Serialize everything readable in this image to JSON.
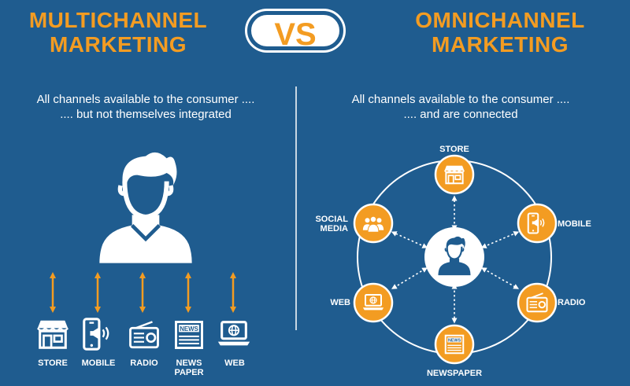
{
  "header": {
    "left_title": [
      "MULTICHANNEL",
      "MARKETING"
    ],
    "vs": "VS",
    "right_title": [
      "OMNICHANNEL",
      "MARKETING"
    ]
  },
  "left": {
    "subtitle": [
      "All channels available to the consumer ....",
      ".... but not themselves integrated"
    ],
    "channels": [
      {
        "label": [
          "STORE"
        ],
        "icon": "store-icon"
      },
      {
        "label": [
          "MOBILE"
        ],
        "icon": "mobile-megaphone-icon"
      },
      {
        "label": [
          "RADIO"
        ],
        "icon": "radio-icon"
      },
      {
        "label": [
          "NEWS",
          "PAPER"
        ],
        "icon": "newspaper-icon"
      },
      {
        "label": [
          "WEB"
        ],
        "icon": "laptop-web-icon"
      }
    ]
  },
  "right": {
    "subtitle": [
      "All channels available to the consumer ....",
      ".... and are connected"
    ],
    "channels": [
      {
        "label": [
          "STORE"
        ],
        "icon": "store-icon"
      },
      {
        "label": [
          "MOBILE"
        ],
        "icon": "mobile-megaphone-icon"
      },
      {
        "label": [
          "RADIO"
        ],
        "icon": "radio-icon"
      },
      {
        "label": [
          "NEWSPAPER"
        ],
        "icon": "newspaper-icon"
      },
      {
        "label": [
          "WEB"
        ],
        "icon": "laptop-web-icon"
      },
      {
        "label": [
          "SOCIAL",
          "MEDIA"
        ],
        "icon": "people-icon"
      }
    ]
  },
  "colors": {
    "background": "#1f5c8f",
    "accent": "#f39c22",
    "text": "#ffffff"
  }
}
